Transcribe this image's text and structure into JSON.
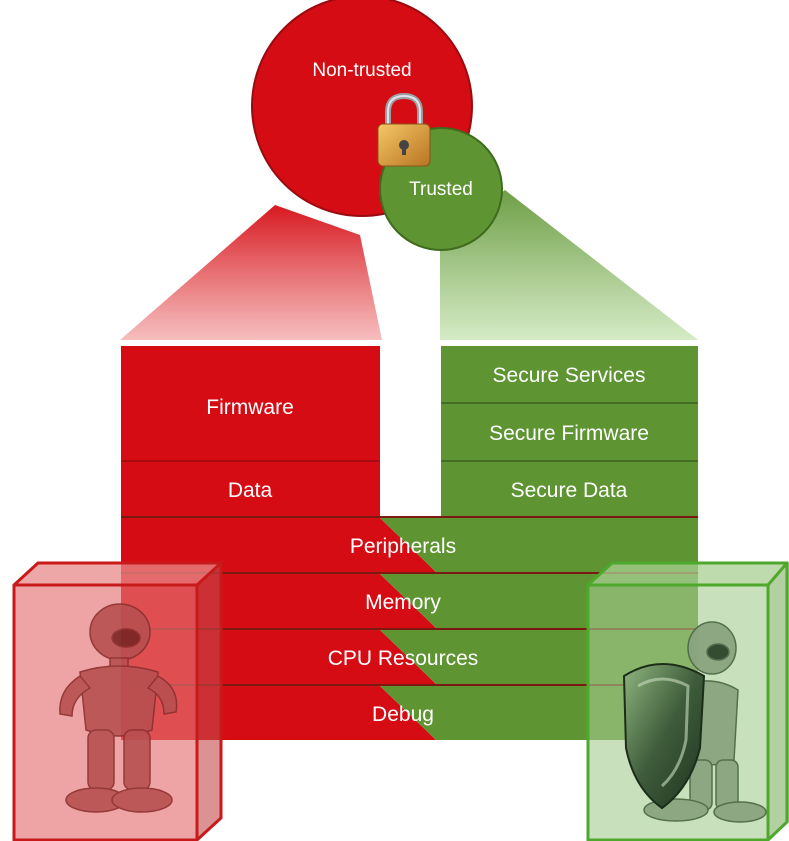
{
  "circles": {
    "outer_label": "Non-trusted",
    "inner_label": "Trusted"
  },
  "non_trusted_stack": [
    "Firmware",
    "Data"
  ],
  "trusted_stack": [
    "Secure Services",
    "Secure Firmware",
    "Secure Data"
  ],
  "shared_stack": [
    "Peripherals",
    "Memory",
    "CPU Resources",
    "Debug"
  ],
  "icons": {
    "lock": "padlock-icon",
    "attacker": "robot-attacker-icon",
    "defender": "robot-shield-icon"
  },
  "colors": {
    "non_trusted": "#d50c14",
    "non_trusted_light": "#f2a0a0",
    "trusted": "#5e9432",
    "trusted_light": "#b9dca2",
    "separator_red": "#a80a10",
    "separator_green": "#456e22"
  }
}
